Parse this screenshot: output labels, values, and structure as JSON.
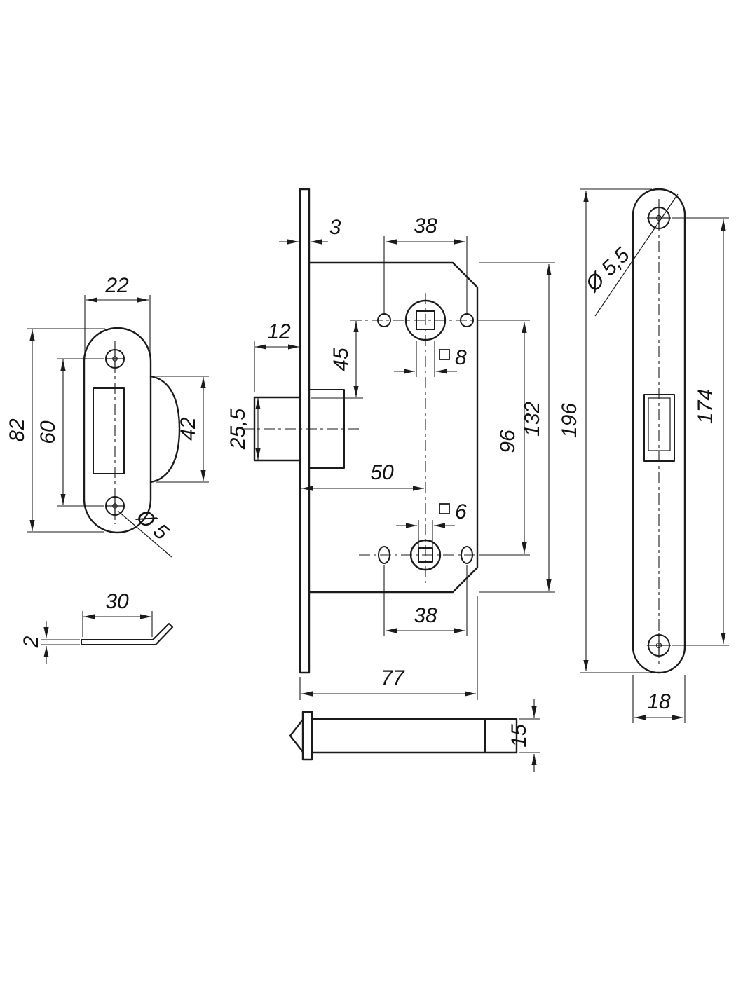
{
  "drawing": {
    "strike_plate": {
      "plate_width": "22",
      "plate_height": "82",
      "screw_spacing": "60",
      "tongue_height": "42",
      "hole_dia": "Ø 5"
    },
    "dust_lid": {
      "width": "30",
      "thickness": "2"
    },
    "lock_case": {
      "forend_thickness": "3",
      "upper_screw_spacing": "38",
      "latch_protrusion": "12",
      "hub_to_latch": "45",
      "follower_square": "8",
      "latch_height": "25,5",
      "backset": "50",
      "wc_square": "6",
      "centres": "96",
      "case_height": "132",
      "forend_height": "196",
      "lower_screw_spacing": "38",
      "case_depth": "77"
    },
    "latch_bolt": {
      "thickness": "15"
    },
    "forend": {
      "hole_dia": "Ø 5,5",
      "screw_spacing": "174",
      "width": "18"
    }
  }
}
